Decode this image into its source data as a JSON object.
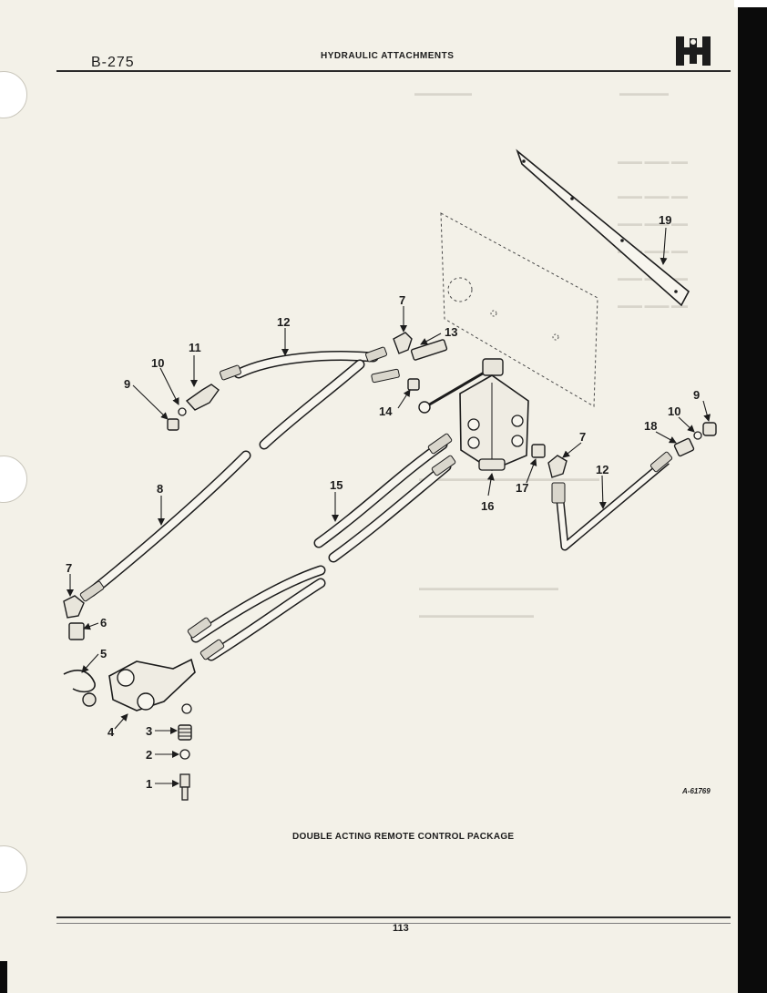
{
  "header": {
    "section_code": "B-275",
    "title": "HYDRAULIC ATTACHMENTS",
    "logo": "ih-logo"
  },
  "diagram": {
    "callouts": [
      "1",
      "2",
      "3",
      "4",
      "5",
      "6",
      "7",
      "8",
      "9",
      "10",
      "11",
      "12",
      "13",
      "14",
      "15",
      "16",
      "17",
      "18",
      "19",
      "7",
      "9",
      "10",
      "12"
    ],
    "caption": "DOUBLE ACTING REMOTE CONTROL PACKAGE",
    "reference": "A-61769"
  },
  "footer": {
    "page_number": "113"
  }
}
